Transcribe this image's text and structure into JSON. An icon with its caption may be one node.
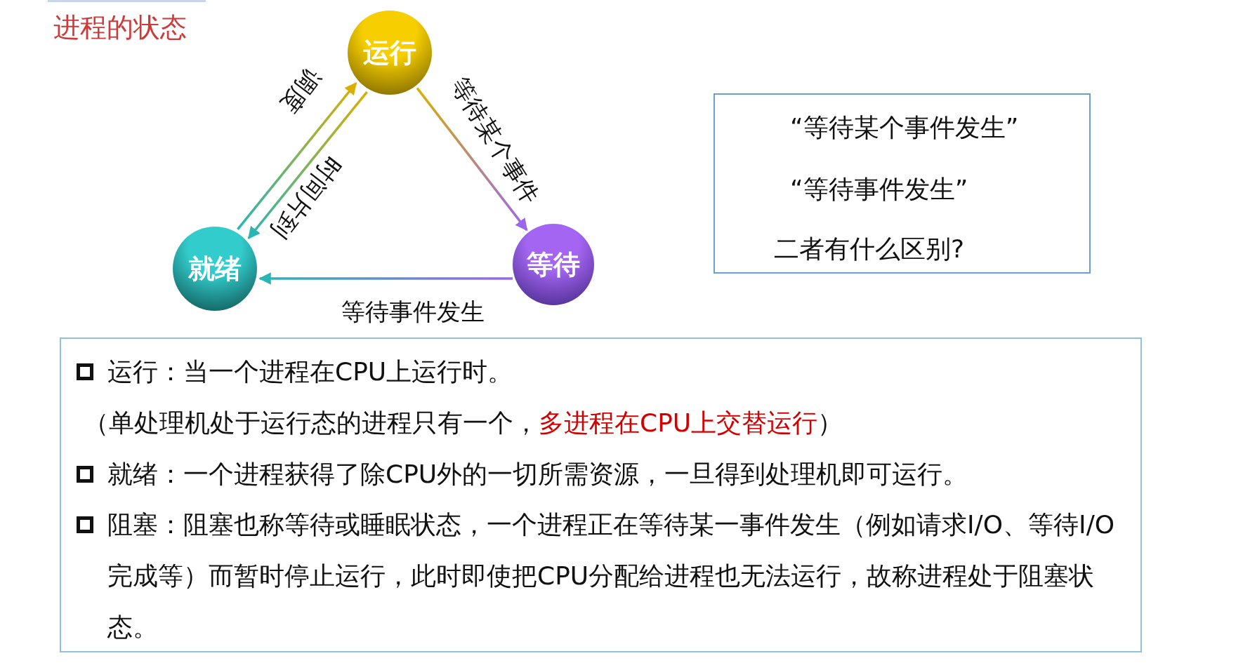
{
  "diagram": {
    "title": "进程的状态",
    "nodes": [
      {
        "text": [
          "运行"
        ]
      },
      {
        "text": [
          "就绪"
        ]
      },
      {
        "text": [
          "等待"
        ]
      },
      {
        "text": [
          "“等待某个事件发生”",
          "“等待事件发生”",
          "二者有什么区别?"
        ]
      },
      {
        "text": [
          "运行：当一个进程在CPU上运行时。",
          "（单处理机处于运行态的进程只有一个，",
          "多进程在CPU上交替运行",
          "）",
          "就绪：一个进程获得了除CPU外的一切所需资源，一旦得到处理机即可运行。",
          "阻塞：阻塞也称等待或睡眠状态，一个进程正在等待某一事件发生（例如请求I/O、等待I/O完成等）而暂时停止运行，此时即使把CPU分配给进程也无法运行，故称进程处于阻塞状态。"
        ]
      }
    ],
    "edges": [
      {
        "from": 1,
        "to": 0,
        "arrow": "to",
        "label": "调度"
      },
      {
        "from": 0,
        "to": 1,
        "arrow": "to",
        "label": "时间片到"
      },
      {
        "from": 0,
        "to": 2,
        "arrow": "to",
        "label": "等待某个事件"
      },
      {
        "from": 2,
        "to": 1,
        "arrow": "to",
        "label": "等待事件发生"
      }
    ]
  }
}
